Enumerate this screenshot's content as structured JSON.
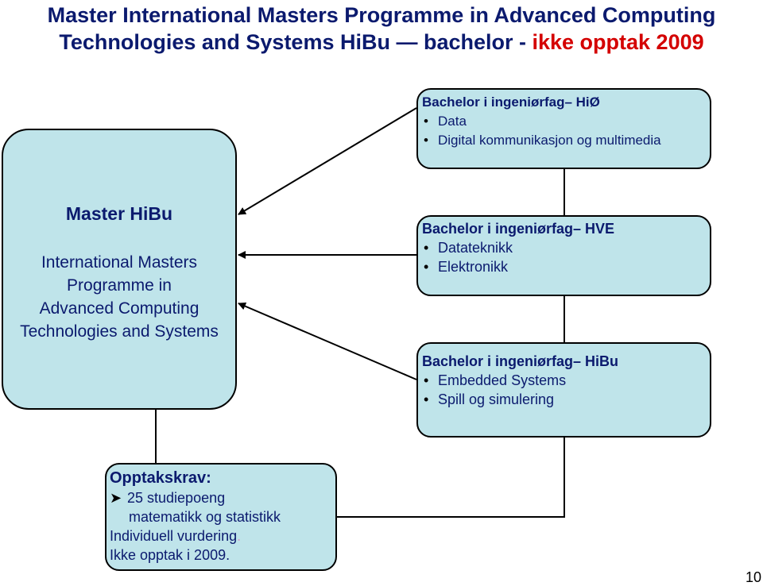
{
  "title": {
    "line1": "Master International Masters Programme in Advanced Computing",
    "line2_main": "Technologies and Systems HiBu — bachelor - ",
    "line2_accent": "ikke opptak 2009"
  },
  "master": {
    "heading": "Master HiBu",
    "lines": [
      "International Masters",
      "Programme in",
      "Advanced Computing",
      "Technologies and Systems"
    ]
  },
  "bachelors": [
    {
      "heading": "Bachelor i ingeniørfag– HiØ",
      "items": [
        "Data",
        "Digital kommunikasjon og multimedia"
      ]
    },
    {
      "heading": "Bachelor i ingeniørfag– HVE",
      "items": [
        "Datateknikk",
        "Elektronikk"
      ]
    },
    {
      "heading": "Bachelor i ingeniørfag– HiBu",
      "items": [
        "Embedded Systems",
        "Spill og simulering"
      ]
    }
  ],
  "requirements": {
    "heading": "Opptakskrav:",
    "item1_line1": "25 studiepoeng",
    "item1_line2": "matematikk og statistikk",
    "line3": "Individuell vurdering",
    "line3_dot": ".",
    "line4": "Ikke opptak i 2009."
  },
  "page_number": "10",
  "colors": {
    "box_fill": "#bfe4ea",
    "title_blue": "#0b1a6e",
    "accent_red": "#d40000"
  }
}
